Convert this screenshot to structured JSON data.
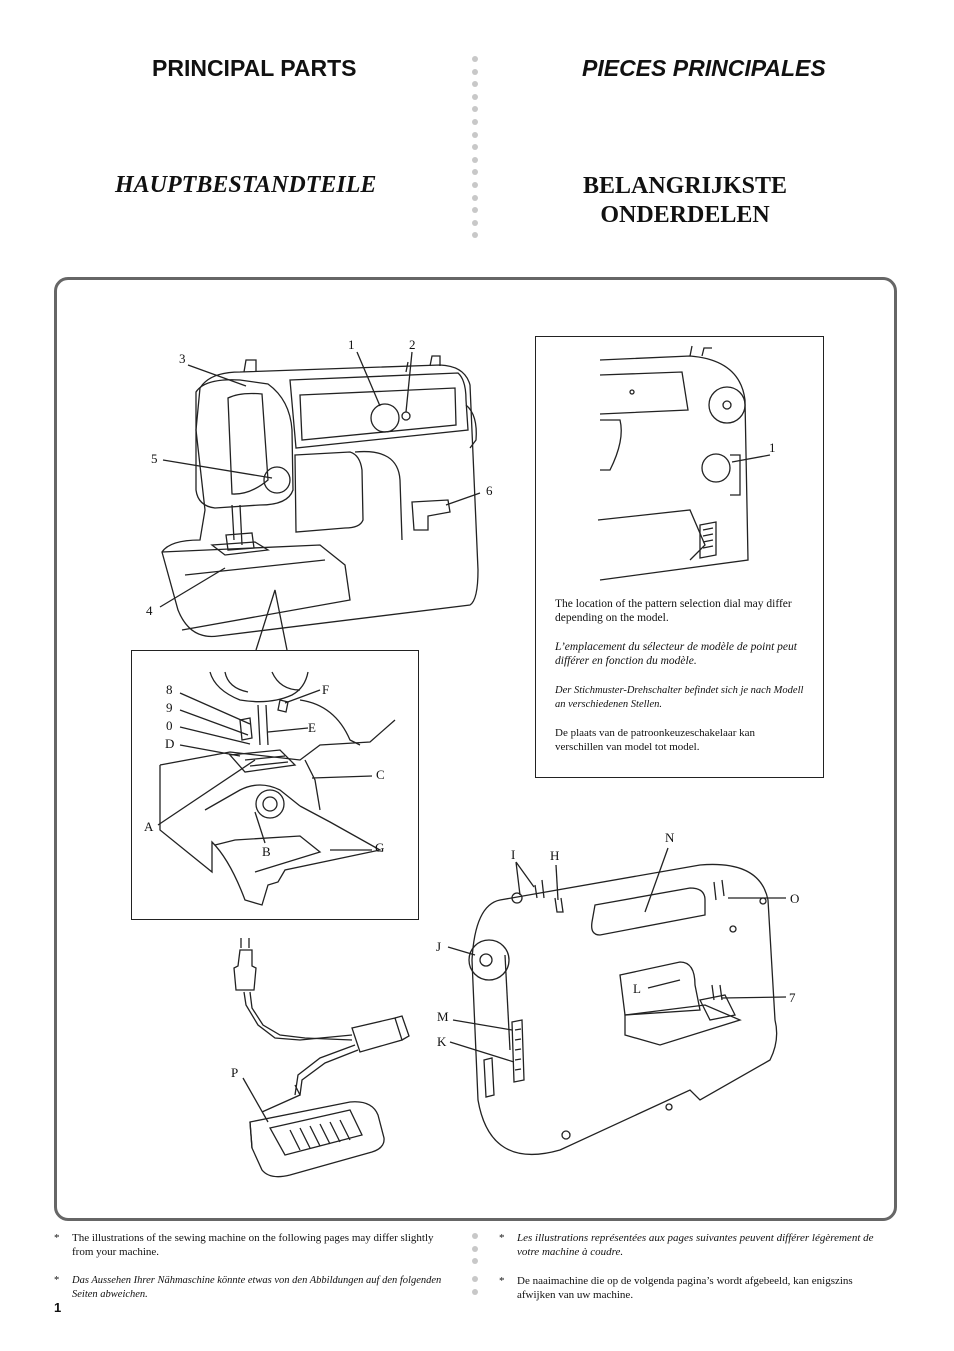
{
  "headings": {
    "en": "PRINCIPAL PARTS",
    "fr": "PIECES PRINCIPALES",
    "de": "HAUPTBESTANDTEILE",
    "nl_line1": "BELANGRIJKSTE",
    "nl_line2": "ONDERDELEN"
  },
  "labels": {
    "n1": "1",
    "n2": "2",
    "n3": "3",
    "n4": "4",
    "n5": "5",
    "n6": "6",
    "n7": "7",
    "n8": "8",
    "n9": "9",
    "n0": "0",
    "A": "A",
    "B": "B",
    "C": "C",
    "D": "D",
    "E": "E",
    "F": "F",
    "G": "G",
    "H": "H",
    "I": "I",
    "J": "J",
    "K": "K",
    "L": "L",
    "M": "M",
    "N": "N",
    "O": "O",
    "P": "P",
    "inset1": "1"
  },
  "note": {
    "en": "The location of the pattern selection dial may differ depending on the model.",
    "fr": "L’emplacement du sélecteur de modèle de point peut différer en fonction du modèle.",
    "de": "Der Stichmuster-Drehschalter befindet sich je nach Modell an verschiedenen Stellen.",
    "nl": "De plaats van de patroonkeuzeschakelaar kan verschillen van model tot model."
  },
  "footnotes": {
    "star": "*",
    "en": "The illustrations of the sewing machine on the following pages may differ slightly from your machine.",
    "fr": "Les illustrations représentées aux pages suivantes peuvent différer légèrement de votre machine à coudre.",
    "de": "Das Aussehen Ihrer Nähmaschine könnte etwas von den Abbildungen auf den folgenden Seiten abweichen.",
    "nl": "De naaimachine die op de volgenda pagina’s wordt afgebeeld, kan enigszins afwijken van uw machine."
  },
  "page_number": "1"
}
